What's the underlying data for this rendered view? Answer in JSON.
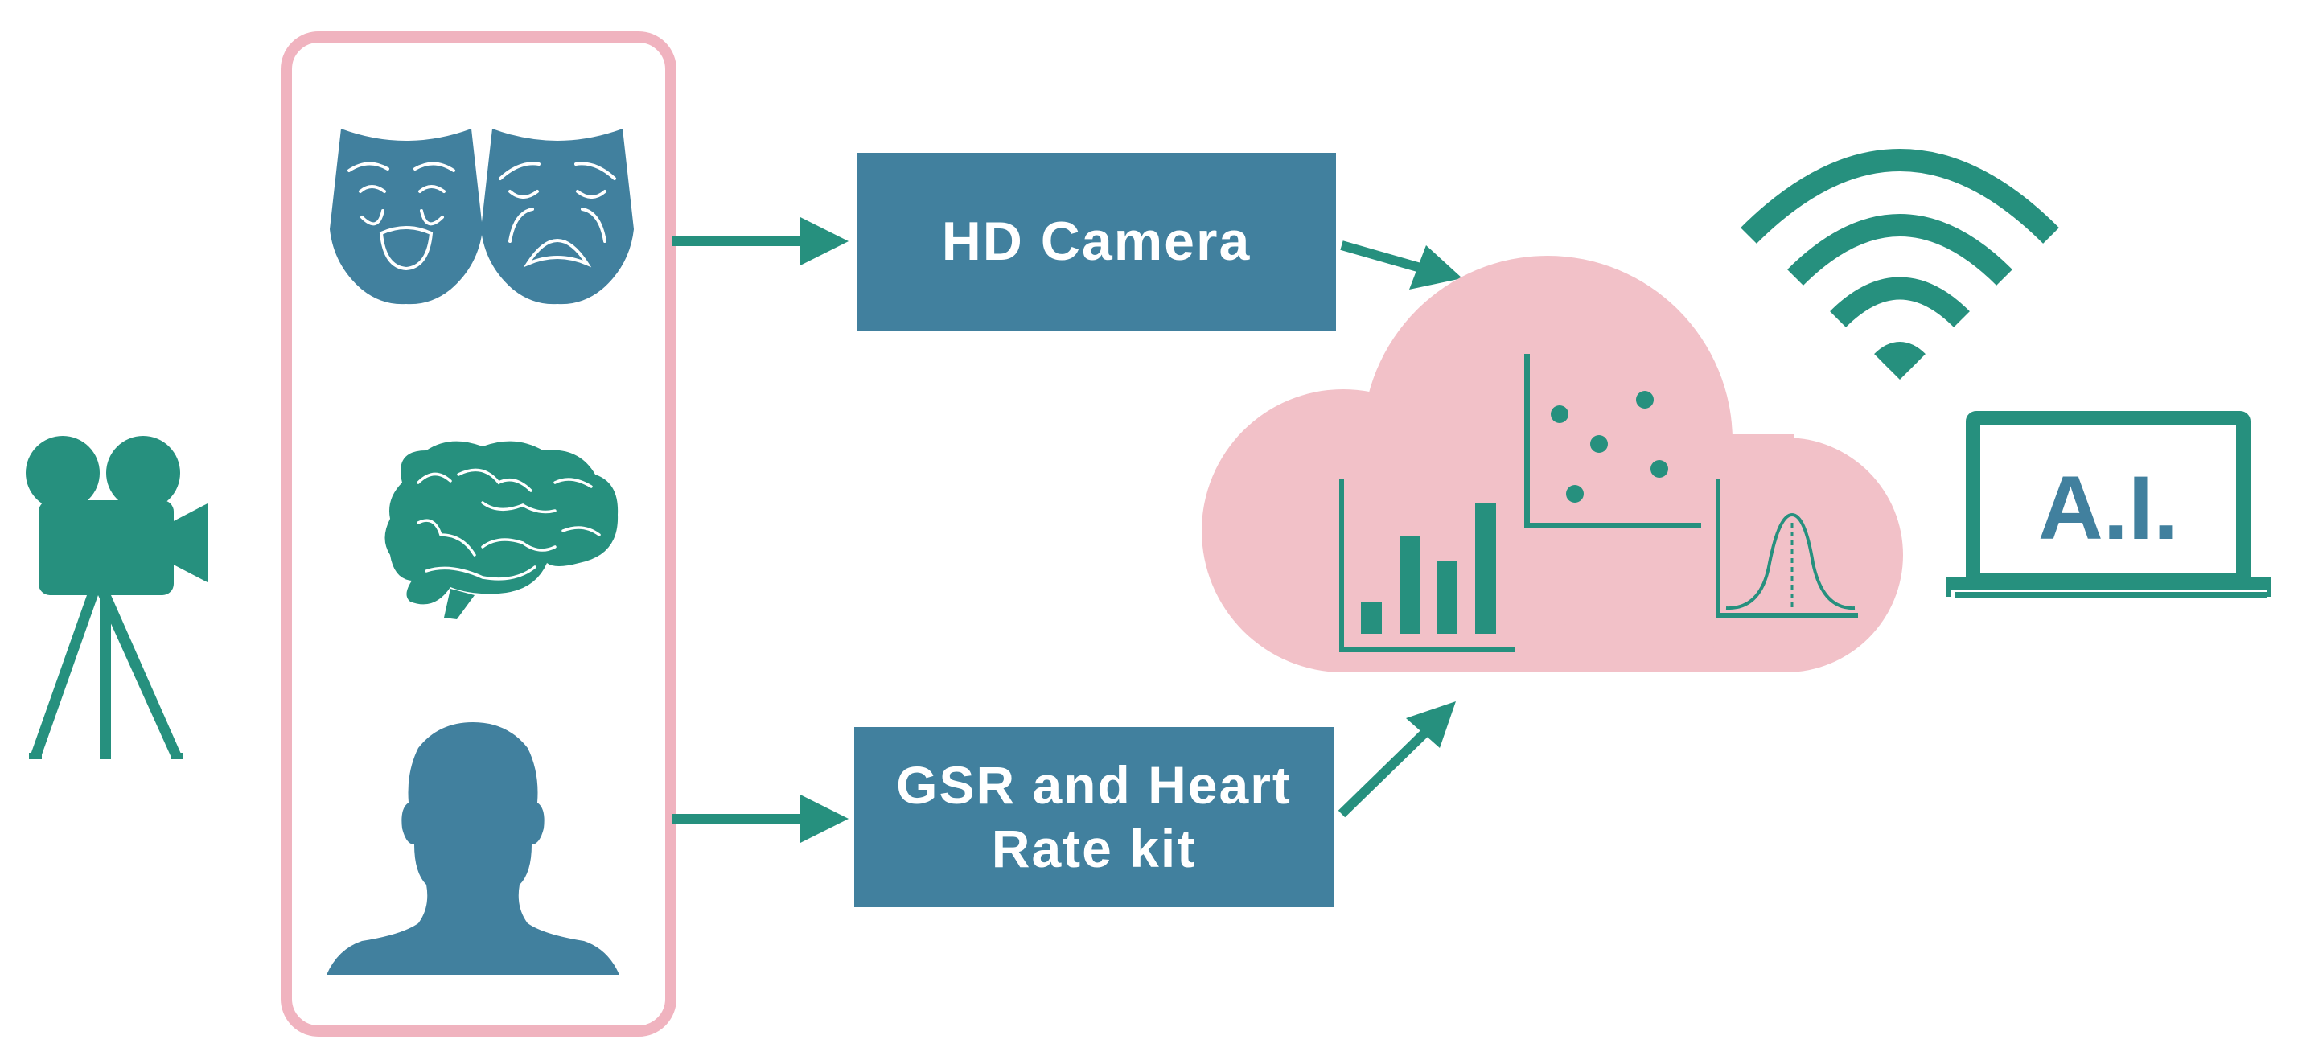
{
  "hd_camera": {
    "label": "HD Camera"
  },
  "gsr_kit": {
    "label": "GSR and Heart Rate kit"
  },
  "laptop": {
    "screen_text": "A.I."
  },
  "icons": {
    "film_camera": "film-camera-icon",
    "theater_masks": "theater-masks-icon",
    "brain": "brain-icon",
    "person_head": "person-head-icon",
    "cloud": "cloud-icon",
    "bar_chart": "bar-chart-icon",
    "scatter_plot": "scatter-plot-icon",
    "distribution_curve": "distribution-curve-icon",
    "wifi": "wifi-icon",
    "laptop": "laptop-icon"
  },
  "colors": {
    "teal": "#26907E",
    "steel_blue": "#41809E",
    "pink_border": "#F0B3BF",
    "cloud_pink": "#F2C1C8",
    "white": "#FFFFFF"
  }
}
